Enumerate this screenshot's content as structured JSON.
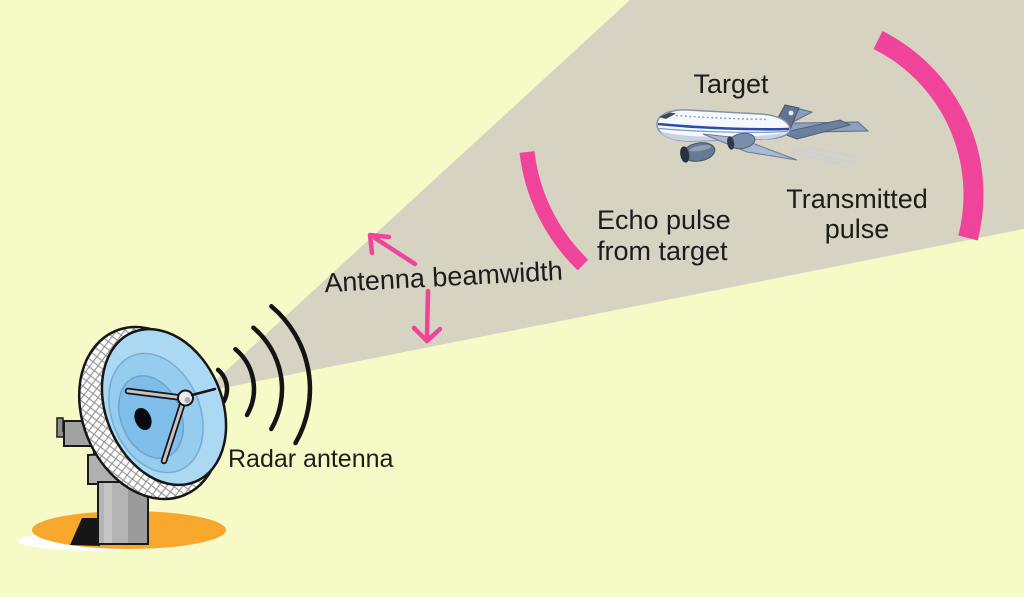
{
  "scene": {
    "target_label": "Target",
    "transmitted_pulse": {
      "line1": "Transmitted",
      "line2": "pulse"
    },
    "echo_pulse": {
      "line1": "Echo pulse",
      "line2": "from target"
    },
    "beamwidth_label": "Antenna beamwidth",
    "radar_label": "Radar antenna"
  },
  "colors": {
    "background": "#F6FAC6",
    "beam_cone": "#D7D3C2",
    "pulse_pink": "#EF449A",
    "text": "#1C1C1A",
    "dish_blue": "#ABD9F4",
    "dish_blue_mid": "#96CCEE",
    "dish_blue_deep": "#7FBEE8",
    "base_orange": "#F7A72B",
    "wave_stroke": "#141414"
  }
}
